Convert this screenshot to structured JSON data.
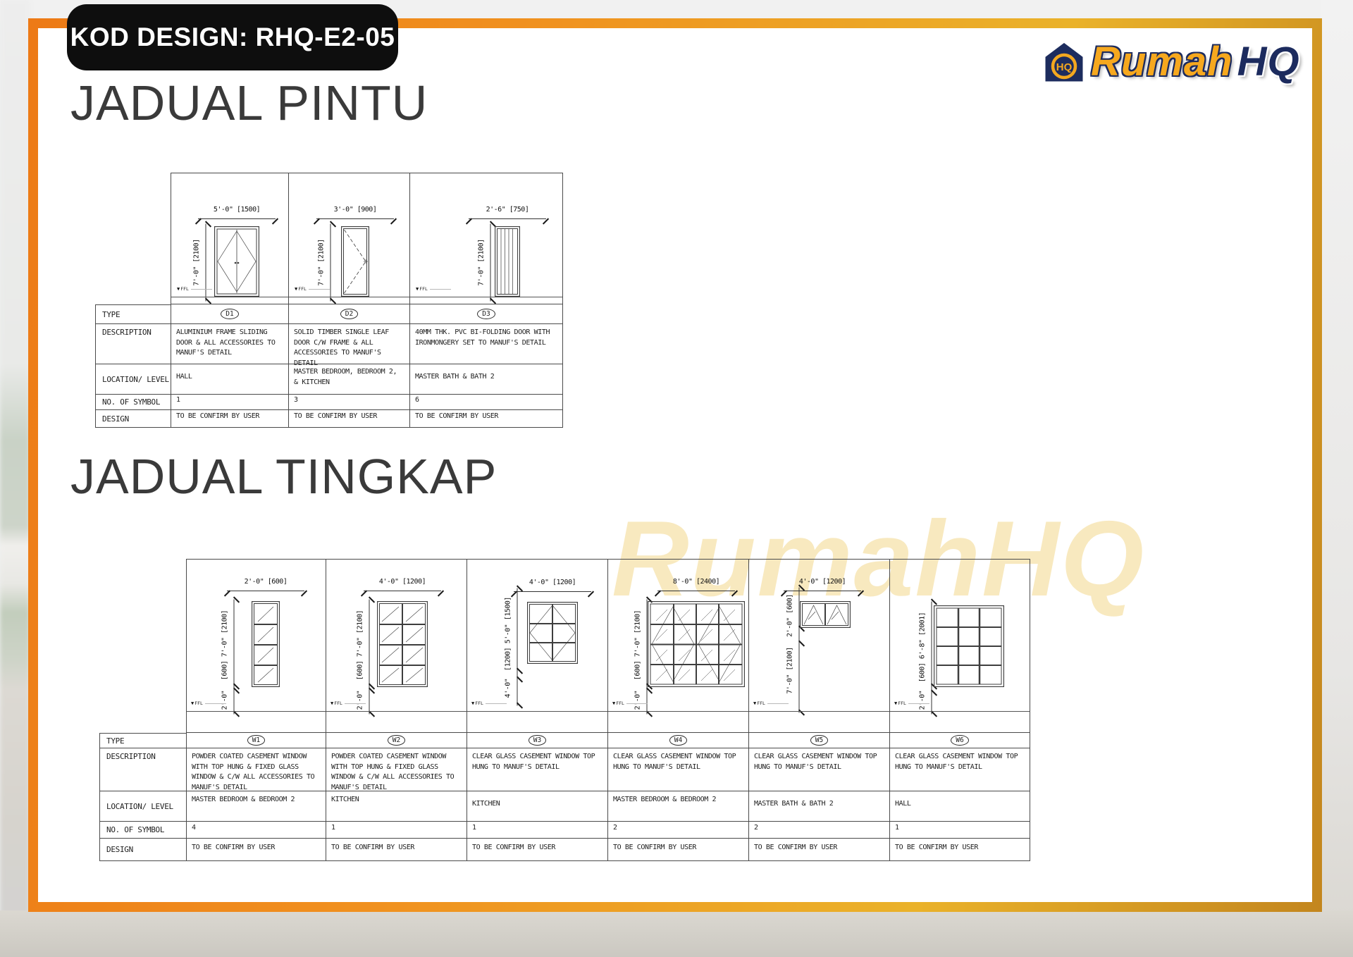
{
  "badge": {
    "label": "KOD DESIGN: RHQ-E2-05"
  },
  "logo": {
    "brand_primary": "Rumah",
    "brand_secondary": "HQ",
    "icon_monogram": "HQ",
    "colors": {
      "gold": "#F6A81E",
      "navy": "#1C2B5E"
    }
  },
  "frame": {
    "accent_orange": "#ED7A16",
    "accent_gold": "#EAB22A"
  },
  "watermark": {
    "text": "RumahHQ"
  },
  "labels": {
    "type": "TYPE",
    "description": "DESCRIPTION",
    "location": "LOCATION/ LEVEL",
    "symbols": "NO. OF SYMBOL",
    "design": "DESIGN",
    "ffl": "FFL"
  },
  "door_schedule": {
    "title": "JADUAL PINTU",
    "columns": [
      {
        "type": "D1",
        "dim_width": "5'-0\" [1500]",
        "dim_height": "7'-0\" [2100]",
        "description": "ALUMINIUM FRAME SLIDING DOOR & ALL ACCESSORIES TO MANUF'S DETAIL",
        "location": "HALL",
        "count": "1",
        "design": "TO BE CONFIRM BY USER"
      },
      {
        "type": "D2",
        "dim_width": "3'-0\" [900]",
        "dim_height": "7'-0\" [2100]",
        "description": "SOLID TIMBER SINGLE LEAF DOOR C/W FRAME & ALL ACCESSORIES TO MANUF'S DETAIL",
        "location": "MASTER BEDROOM, BEDROOM 2, & KITCHEN",
        "count": "3",
        "design": "TO BE CONFIRM BY USER"
      },
      {
        "type": "D3",
        "dim_width": "2'-6\" [750]",
        "dim_height": "7'-0\" [2100]",
        "description": "40MM THK. PVC BI-FOLDING DOOR WITH IRONMONGERY SET TO MANUF'S DETAIL",
        "location": "MASTER BATH & BATH 2",
        "count": "6",
        "design": "TO BE CONFIRM BY USER"
      }
    ]
  },
  "window_schedule": {
    "title": "JADUAL TINGKAP",
    "columns": [
      {
        "type": "W1",
        "dim_width": "2'-0\" [600]",
        "dim_height": "[600] 7'-0\" [2100]",
        "dim_sill": "2'-0\"",
        "description": "POWDER COATED CASEMENT WINDOW WITH TOP HUNG & FIXED GLASS WINDOW & C/W ALL ACCESSORIES TO MANUF'S DETAIL",
        "location": "MASTER BEDROOM & BEDROOM 2",
        "count": "4",
        "design": "TO BE CONFIRM BY USER"
      },
      {
        "type": "W2",
        "dim_width": "4'-0\" [1200]",
        "dim_height": "[600] 7'-0\" [2100]",
        "dim_sill": "2'-0\"",
        "description": "POWDER COATED CASEMENT WINDOW WITH TOP HUNG & FIXED GLASS WINDOW & C/W ALL ACCESSORIES TO MANUF'S DETAIL",
        "location": "KITCHEN",
        "count": "1",
        "design": "TO BE CONFIRM BY USER"
      },
      {
        "type": "W3",
        "dim_width": "4'-0\" [1200]",
        "dim_height": "[1200] 5'-0\" [1500]",
        "dim_sill": "4'-0\"",
        "description": "CLEAR GLASS CASEMENT WINDOW TOP HUNG TO MANUF'S DETAIL",
        "location": "KITCHEN",
        "count": "1",
        "design": "TO BE CONFIRM BY USER"
      },
      {
        "type": "W4",
        "dim_width": "8'-0\" [2400]",
        "dim_height": "[600] 7'-0\" [2100]",
        "dim_sill": "2'-0\"",
        "description": "CLEAR GLASS CASEMENT WINDOW TOP HUNG TO MANUF'S DETAIL",
        "location": "MASTER BEDROOM & BEDROOM 2",
        "count": "2",
        "design": "TO BE CONFIRM BY USER"
      },
      {
        "type": "W5",
        "dim_width": "4'-0\" [1200]",
        "dim_height": "2'-0\" [600]",
        "dim_sill": "7'-0\" [2100]",
        "description": "CLEAR GLASS CASEMENT WINDOW TOP HUNG TO MANUF'S DETAIL",
        "location": "MASTER BATH & BATH 2",
        "count": "2",
        "design": "TO BE CONFIRM BY USER"
      },
      {
        "type": "W6",
        "dim_height": "[600] 6'-8\" [2001]",
        "dim_sill": "2'-0\"",
        "description": "CLEAR GLASS CASEMENT WINDOW TOP HUNG TO MANUF'S DETAIL",
        "location": "HALL",
        "count": "1",
        "design": "TO BE CONFIRM BY USER"
      }
    ]
  }
}
